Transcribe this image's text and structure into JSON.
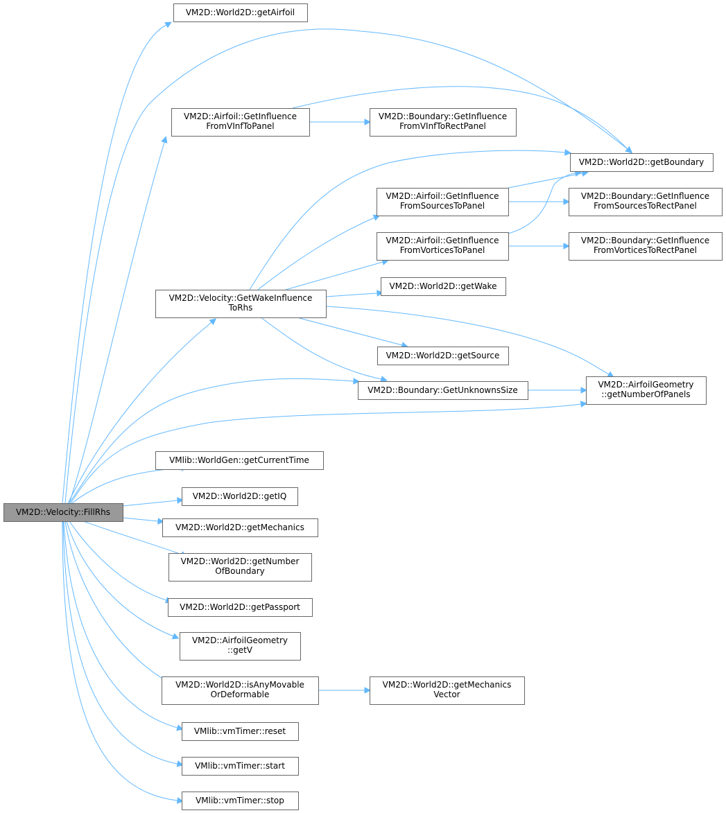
{
  "graph": {
    "root": "VM2D::Velocity::FillRhs",
    "nodes": {
      "fillrhs": [
        "VM2D::Velocity::FillRhs"
      ],
      "getairfoil": [
        "VM2D::World2D::getAirfoil"
      ],
      "vinf": [
        "VM2D::Airfoil::GetInfluence",
        "FromVInfToPanel"
      ],
      "wake_rhs": [
        "VM2D::Velocity::GetWakeInfluence",
        "ToRhs"
      ],
      "b_vinf": [
        "VM2D::Boundary::GetInfluence",
        "FromVInfToRectPanel"
      ],
      "getboundary": [
        "VM2D::World2D::getBoundary"
      ],
      "a_src": [
        "VM2D::Airfoil::GetInfluence",
        "FromSourcesToPanel"
      ],
      "b_src": [
        "VM2D::Boundary::GetInfluence",
        "FromSourcesToRectPanel"
      ],
      "a_vort": [
        "VM2D::Airfoil::GetInfluence",
        "FromVorticesToPanel"
      ],
      "b_vort": [
        "VM2D::Boundary::GetInfluence",
        "FromVorticesToRectPanel"
      ],
      "getwake": [
        "VM2D::World2D::getWake"
      ],
      "getsource": [
        "VM2D::World2D::getSource"
      ],
      "unknowns": [
        "VM2D::Boundary::GetUnknownsSize"
      ],
      "numpanels": [
        "VM2D::AirfoilGeometry",
        "::getNumberOfPanels"
      ],
      "curtime": [
        "VMlib::WorldGen::getCurrentTime"
      ],
      "getiq": [
        "VM2D::World2D::getIQ"
      ],
      "getmech": [
        "VM2D::World2D::getMechanics"
      ],
      "numbound": [
        "VM2D::World2D::getNumber",
        "OfBoundary"
      ],
      "passport": [
        "VM2D::World2D::getPassport"
      ],
      "getv": [
        "VM2D::AirfoilGeometry",
        "::getV"
      ],
      "movable": [
        "VM2D::World2D::isAnyMovable",
        "OrDeformable"
      ],
      "mechvec": [
        "VM2D::World2D::getMechanics",
        "Vector"
      ],
      "reset": [
        "VMlib::vmTimer::reset"
      ],
      "start": [
        "VMlib::vmTimer::start"
      ],
      "stop": [
        "VMlib::vmTimer::stop"
      ]
    }
  },
  "colors": {
    "edge": "#63b8ff",
    "root_fill": "#999999"
  }
}
